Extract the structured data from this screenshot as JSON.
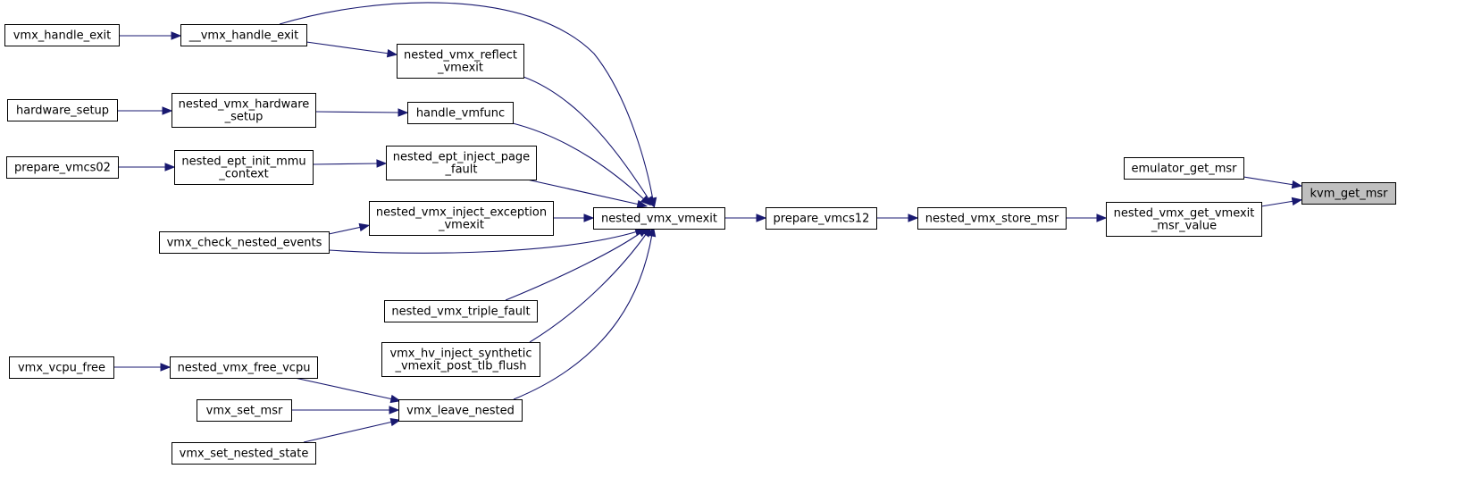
{
  "graph": {
    "edge_color": "#191970",
    "highlight_color": "#bfbfbf",
    "nodes": [
      {
        "id": "kvm_get_msr",
        "lines": [
          "kvm_get_msr"
        ],
        "highlight": true
      },
      {
        "id": "emulator_get_msr",
        "lines": [
          "emulator_get_msr"
        ]
      },
      {
        "id": "nested_vmx_get_vmexit_msr_value",
        "lines": [
          "nested_vmx_get_vmexit",
          "_msr_value"
        ]
      },
      {
        "id": "nested_vmx_store_msr",
        "lines": [
          "nested_vmx_store_msr"
        ]
      },
      {
        "id": "prepare_vmcs12",
        "lines": [
          "prepare_vmcs12"
        ]
      },
      {
        "id": "nested_vmx_vmexit",
        "lines": [
          "nested_vmx_vmexit"
        ]
      },
      {
        "id": "__vmx_handle_exit",
        "lines": [
          "__vmx_handle_exit"
        ]
      },
      {
        "id": "vmx_handle_exit",
        "lines": [
          "vmx_handle_exit"
        ]
      },
      {
        "id": "nested_vmx_reflect_vmexit",
        "lines": [
          "nested_vmx_reflect",
          "_vmexit"
        ]
      },
      {
        "id": "nested_vmx_hardware_setup",
        "lines": [
          "nested_vmx_hardware",
          "_setup"
        ]
      },
      {
        "id": "hardware_setup",
        "lines": [
          "hardware_setup"
        ]
      },
      {
        "id": "handle_vmfunc",
        "lines": [
          "handle_vmfunc"
        ]
      },
      {
        "id": "nested_ept_init_mmu_context",
        "lines": [
          "nested_ept_init_mmu",
          "_context"
        ]
      },
      {
        "id": "prepare_vmcs02",
        "lines": [
          "prepare_vmcs02"
        ]
      },
      {
        "id": "nested_ept_inject_page_fault",
        "lines": [
          "nested_ept_inject_page",
          "_fault"
        ]
      },
      {
        "id": "nested_vmx_inject_exception_vmexit",
        "lines": [
          "nested_vmx_inject_exception",
          "_vmexit"
        ]
      },
      {
        "id": "vmx_check_nested_events",
        "lines": [
          "vmx_check_nested_events"
        ]
      },
      {
        "id": "nested_vmx_triple_fault",
        "lines": [
          "nested_vmx_triple_fault"
        ]
      },
      {
        "id": "vmx_hv_inject_synthetic_vmexit_post_tlb_flush",
        "lines": [
          "vmx_hv_inject_synthetic",
          "_vmexit_post_tlb_flush"
        ]
      },
      {
        "id": "vmx_leave_nested",
        "lines": [
          "vmx_leave_nested"
        ]
      },
      {
        "id": "nested_vmx_free_vcpu",
        "lines": [
          "nested_vmx_free_vcpu"
        ]
      },
      {
        "id": "vmx_vcpu_free",
        "lines": [
          "vmx_vcpu_free"
        ]
      },
      {
        "id": "vmx_set_msr",
        "lines": [
          "vmx_set_msr"
        ]
      },
      {
        "id": "vmx_set_nested_state",
        "lines": [
          "vmx_set_nested_state"
        ]
      }
    ],
    "edges": [
      {
        "from": "emulator_get_msr",
        "to": "kvm_get_msr"
      },
      {
        "from": "nested_vmx_get_vmexit_msr_value",
        "to": "kvm_get_msr"
      },
      {
        "from": "nested_vmx_store_msr",
        "to": "nested_vmx_get_vmexit_msr_value"
      },
      {
        "from": "prepare_vmcs12",
        "to": "nested_vmx_store_msr"
      },
      {
        "from": "nested_vmx_vmexit",
        "to": "prepare_vmcs12"
      },
      {
        "from": "__vmx_handle_exit",
        "to": "nested_vmx_vmexit"
      },
      {
        "from": "vmx_handle_exit",
        "to": "__vmx_handle_exit"
      },
      {
        "from": "__vmx_handle_exit",
        "to": "nested_vmx_reflect_vmexit"
      },
      {
        "from": "nested_vmx_reflect_vmexit",
        "to": "nested_vmx_vmexit"
      },
      {
        "from": "hardware_setup",
        "to": "nested_vmx_hardware_setup"
      },
      {
        "from": "nested_vmx_hardware_setup",
        "to": "handle_vmfunc"
      },
      {
        "from": "handle_vmfunc",
        "to": "nested_vmx_vmexit"
      },
      {
        "from": "prepare_vmcs02",
        "to": "nested_ept_init_mmu_context"
      },
      {
        "from": "nested_ept_init_mmu_context",
        "to": "nested_ept_inject_page_fault"
      },
      {
        "from": "nested_ept_inject_page_fault",
        "to": "nested_vmx_vmexit"
      },
      {
        "from": "nested_vmx_inject_exception_vmexit",
        "to": "nested_vmx_vmexit"
      },
      {
        "from": "vmx_check_nested_events",
        "to": "nested_vmx_inject_exception_vmexit"
      },
      {
        "from": "vmx_check_nested_events",
        "to": "nested_vmx_vmexit"
      },
      {
        "from": "nested_vmx_triple_fault",
        "to": "nested_vmx_vmexit"
      },
      {
        "from": "vmx_hv_inject_synthetic_vmexit_post_tlb_flush",
        "to": "nested_vmx_vmexit"
      },
      {
        "from": "vmx_leave_nested",
        "to": "nested_vmx_vmexit"
      },
      {
        "from": "vmx_vcpu_free",
        "to": "nested_vmx_free_vcpu"
      },
      {
        "from": "nested_vmx_free_vcpu",
        "to": "vmx_leave_nested"
      },
      {
        "from": "vmx_set_msr",
        "to": "vmx_leave_nested"
      },
      {
        "from": "vmx_set_nested_state",
        "to": "vmx_leave_nested"
      }
    ]
  }
}
